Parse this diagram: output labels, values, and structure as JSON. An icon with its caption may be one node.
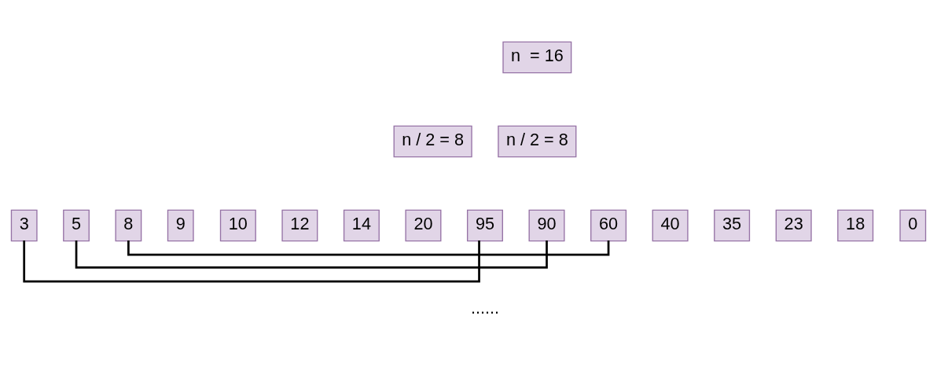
{
  "diagram": {
    "nodes": [
      {
        "text": [
          "n  = 16"
        ]
      },
      {
        "text": [
          "n / 2 = 8"
        ]
      },
      {
        "text": [
          "n / 2 = 8"
        ]
      },
      {
        "text": [
          "3"
        ]
      },
      {
        "text": [
          "5"
        ]
      },
      {
        "text": [
          "8"
        ]
      },
      {
        "text": [
          "9"
        ]
      },
      {
        "text": [
          "10"
        ]
      },
      {
        "text": [
          "12"
        ]
      },
      {
        "text": [
          "14"
        ]
      },
      {
        "text": [
          "20"
        ]
      },
      {
        "text": [
          "95"
        ]
      },
      {
        "text": [
          "90"
        ]
      },
      {
        "text": [
          "60"
        ]
      },
      {
        "text": [
          "40"
        ]
      },
      {
        "text": [
          "35"
        ]
      },
      {
        "text": [
          "23"
        ]
      },
      {
        "text": [
          "18"
        ]
      },
      {
        "text": [
          "0"
        ]
      }
    ],
    "edges": [
      {
        "from": 3,
        "to": 11,
        "arrow": "none"
      },
      {
        "from": 4,
        "to": 12,
        "arrow": "none"
      },
      {
        "from": 5,
        "to": 13,
        "arrow": "none"
      }
    ],
    "labels": [
      "......"
    ]
  }
}
